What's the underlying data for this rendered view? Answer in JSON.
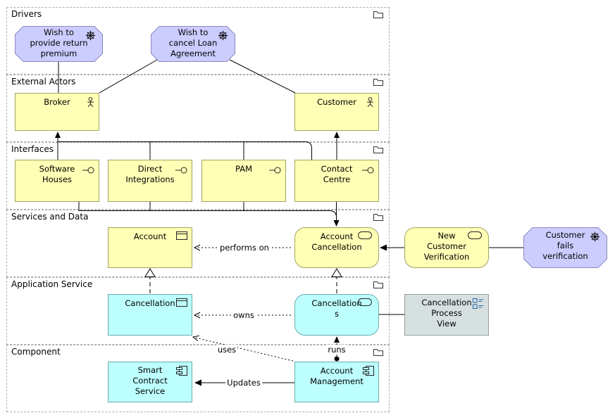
{
  "groups": [
    {
      "label": "Drivers",
      "icon": "folder-icon"
    },
    {
      "label": "External Actors",
      "icon": "folder-icon"
    },
    {
      "label": "Interfaces",
      "icon": "folder-icon"
    },
    {
      "label": "Services and Data",
      "icon": "folder-icon"
    },
    {
      "label": "Application Service",
      "icon": "folder-icon"
    },
    {
      "label": "Component",
      "icon": "folder-icon"
    }
  ],
  "nodes": {
    "wish_return": {
      "label": "Wish to\nprovide return\npremium",
      "icon": "driver-icon"
    },
    "wish_cancel": {
      "label": "Wish to\ncancel Loan\nAgreement",
      "icon": "driver-icon"
    },
    "broker": {
      "label": "Broker",
      "icon": "actor-icon"
    },
    "customer": {
      "label": "Customer",
      "icon": "actor-icon"
    },
    "software_houses": {
      "label": "Software\nHouses",
      "icon": "interface-icon"
    },
    "direct_integrations": {
      "label": "Direct\nIntegrations",
      "icon": "interface-icon"
    },
    "pam": {
      "label": "PAM",
      "icon": "interface-icon"
    },
    "contact_centre": {
      "label": "Contact\nCentre",
      "icon": "interface-icon"
    },
    "account": {
      "label": "Account",
      "icon": "data-object-icon"
    },
    "account_cancellation": {
      "label": "Account\nCancellation",
      "icon": "service-icon"
    },
    "new_customer_verification": {
      "label": "New\nCustomer\nVerification",
      "icon": "service-icon"
    },
    "customer_fails_verification": {
      "label": "Customer\nfails\nverification",
      "icon": "driver-icon"
    },
    "cancellation": {
      "label": "Cancellation",
      "icon": "data-object-icon"
    },
    "cancellations": {
      "label": "Cancellation\ns",
      "icon": "service-icon"
    },
    "cancellation_process_view": {
      "label": "Cancellation\nProcess\nView",
      "icon": "view-icon"
    },
    "smart_contract_service": {
      "label": "Smart\nContract\nService",
      "icon": "component-icon"
    },
    "account_management": {
      "label": "Account\nManagement",
      "icon": "component-icon"
    }
  },
  "edge_labels": {
    "performs_on": "performs on",
    "owns": "owns",
    "uses": "uses",
    "runs": "runs",
    "updates": "Updates"
  },
  "colors": {
    "business_fill": "#FFFFB5",
    "business_border": "#A2A264",
    "application_fill": "#BDFFFF",
    "application_border": "#6AACAC",
    "motivation_fill": "#CCCCFF",
    "motivation_border": "#8A8AC0",
    "view_fill": "#D7E0E0",
    "view_border": "#95A0A0",
    "view_icon_blue": "#2A62A8",
    "connector": "#000000",
    "group_border": "#ADADAD"
  }
}
